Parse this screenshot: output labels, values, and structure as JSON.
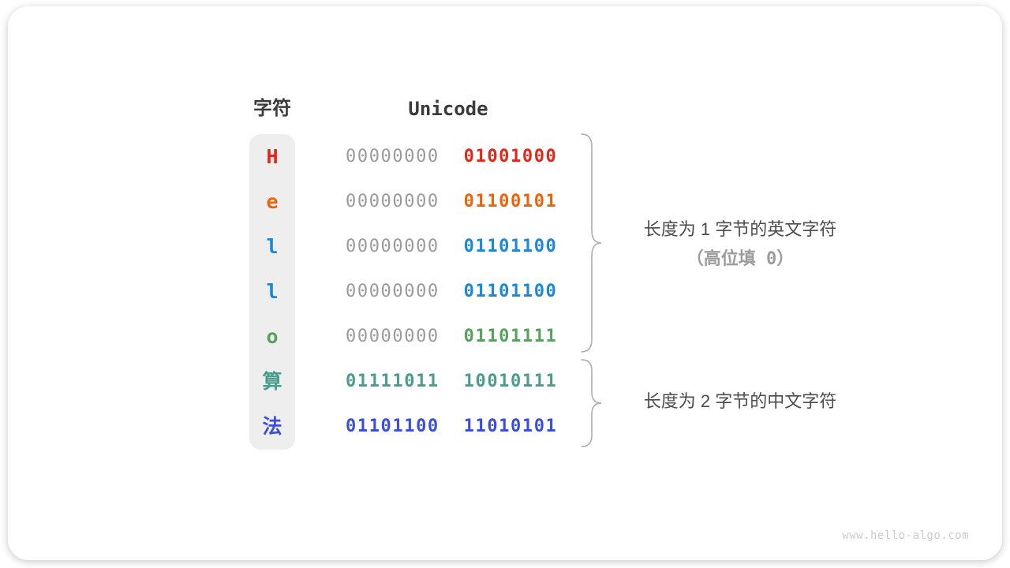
{
  "table": {
    "headers": {
      "character": "字符",
      "unicode": "Unicode"
    },
    "rows": [
      {
        "char": "H",
        "color": "#e22718",
        "byte1": "00000000",
        "byte1_color": "#9a9a9a",
        "byte2": "01001000",
        "byte2_color": "#e22718"
      },
      {
        "char": "e",
        "color": "#ee6208",
        "byte1": "00000000",
        "byte1_color": "#9a9a9a",
        "byte2": "01100101",
        "byte2_color": "#ee6208"
      },
      {
        "char": "l",
        "color": "#1b87d9",
        "byte1": "00000000",
        "byte1_color": "#9a9a9a",
        "byte2": "01101100",
        "byte2_color": "#1b87d9"
      },
      {
        "char": "l",
        "color": "#1b87d9",
        "byte1": "00000000",
        "byte1_color": "#9a9a9a",
        "byte2": "01101100",
        "byte2_color": "#1b87d9"
      },
      {
        "char": "o",
        "color": "#56a15b",
        "byte1": "00000000",
        "byte1_color": "#9a9a9a",
        "byte2": "01101111",
        "byte2_color": "#56a15b"
      },
      {
        "char": "算",
        "color": "#4a9c8e",
        "byte1": "01111011",
        "byte1_color": "#4a9c8e",
        "byte2": "10010111",
        "byte2_color": "#4a9c8e"
      },
      {
        "char": "法",
        "color": "#3b4edb",
        "byte1": "01101100",
        "byte1_color": "#3b4edb",
        "byte2": "11010101",
        "byte2_color": "#3b4edb"
      }
    ]
  },
  "annotations": [
    {
      "line1": "长度为 1 字节的英文字符",
      "line2": "（高位填 0）"
    },
    {
      "line1": "长度为 2 字节的中文字符"
    }
  ],
  "page": {
    "watermark": "www.hello-algo.com"
  },
  "colors": {
    "zero_gray": "#9a9a9a",
    "header_text": "#3a3a3a",
    "annotation_text": "#4c4c4c",
    "annotation_sub_text": "#9c9c9c",
    "char_column_bg": "#eeeeee",
    "brace": "#adadad",
    "watermark": "#cbcbcb"
  },
  "layout_note": ""
}
